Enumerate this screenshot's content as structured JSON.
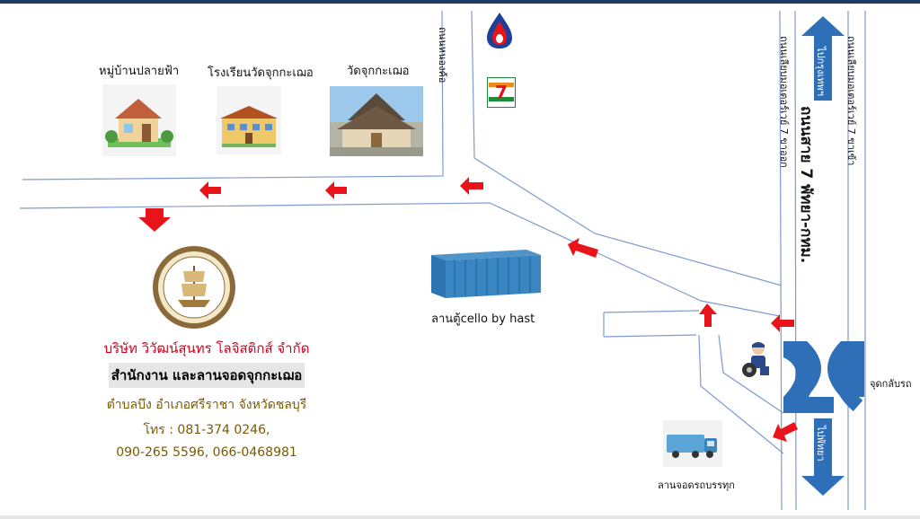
{
  "landmarks": {
    "village": "หมู่บ้านปลายฟ้า",
    "school": "โรงเรียนวัดจุกกะเฌอ",
    "temple": "วัดจุกกะเฌอ",
    "container_yard": "ลานตู้cello by hast",
    "truck_parking": "ลานจอดรถบรรทุก",
    "u_turn": "จุดกลับรถ"
  },
  "roads": {
    "side_road": "ถนนหนองค้อ",
    "highway": "ถนนสาย 7 พัทยา-กทม.",
    "frontage_left": "ถนนเลียบมอเตอร์เวย์ 7 ขาออก",
    "frontage_right": "ถนนเลียบมอเตอร์เวย์ 7 ขาเข้า",
    "to_bangkok": "ไปกรุงเทพฯ",
    "to_pattaya": "ไปพัทยา"
  },
  "company": {
    "name": "บริษัท วิวัฒน์สุนทร โลจิสติกส์ จำกัด",
    "office": "สำนักงาน และลานจอดจุกกะเฌอ",
    "address": "ตำบลบึง อำเภอศรีราชา จังหวัดชลบุรี",
    "phone_line1": "โทร : 081-374 0246,",
    "phone_line2": "090-265 5596, 066-0468981"
  },
  "colors": {
    "road_line": "#7f9ad0",
    "arrow_red": "#e8141a",
    "direction_blue": "#2f6fb8",
    "company_red": "#d0021b",
    "address_olive": "#7a5a00",
    "top_border": "#1f3864"
  },
  "icons": [
    "ptt-logo",
    "seven-eleven-logo",
    "mechanic-icon",
    "truck-icon",
    "container-icon",
    "company-seal-logo"
  ]
}
